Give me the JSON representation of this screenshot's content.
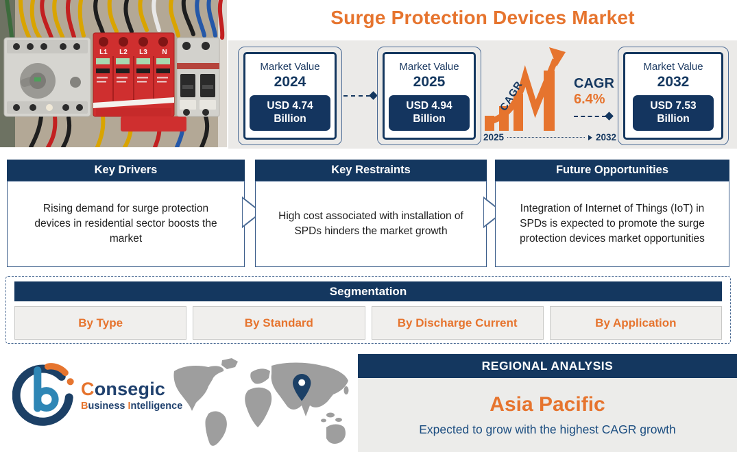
{
  "title": "Surge Protection Devices Market",
  "photo": {
    "description": "Electrical panel photo with surge protection devices",
    "module_labels": [
      "L1",
      "L2",
      "L3",
      "N"
    ]
  },
  "market_values": [
    {
      "label": "Market Value",
      "year": "2024",
      "value": "USD 4.74 Billion"
    },
    {
      "label": "Market Value",
      "year": "2025",
      "value": "USD 4.94 Billion"
    },
    {
      "label": "Market Value",
      "year": "2032",
      "value": "USD 7.53 Billion"
    }
  ],
  "cagr": {
    "chart_label": "CAGR",
    "label": "CAGR",
    "value": "6.4%",
    "start_year": "2025",
    "end_year": "2032"
  },
  "insights": [
    {
      "title": "Key Drivers",
      "text": "Rising demand for surge protection devices in residential sector boosts the market"
    },
    {
      "title": "Key Restraints",
      "text": "High cost associated with installation of SPDs hinders the market growth"
    },
    {
      "title": "Future Opportunities",
      "text": "Integration of Internet of Things (IoT) in SPDs is expected to promote the surge protection devices market opportunities"
    }
  ],
  "segmentation": {
    "title": "Segmentation",
    "items": [
      {
        "label": "By Type"
      },
      {
        "label": "By Standard"
      },
      {
        "label": "By Discharge Current"
      },
      {
        "label": "By Application"
      }
    ]
  },
  "regional": {
    "title": "REGIONAL ANALYSIS",
    "region": "Asia Pacific",
    "note": "Expected to grow with the highest CAGR growth"
  },
  "logo": {
    "name_initial": "C",
    "name_rest": "onsegic",
    "sub_initial1": "B",
    "sub_rest1": "usiness ",
    "sub_initial2": "I",
    "sub_rest2": "ntelligence"
  },
  "colors": {
    "navy": "#14375F",
    "orange": "#E6742E",
    "band_gray": "#EBEAE8",
    "panel_gray": "#ECECEA",
    "button_gray": "#F0EFED",
    "map_gray": "#9E9E9E",
    "logo_blue": "#2E86B5"
  }
}
